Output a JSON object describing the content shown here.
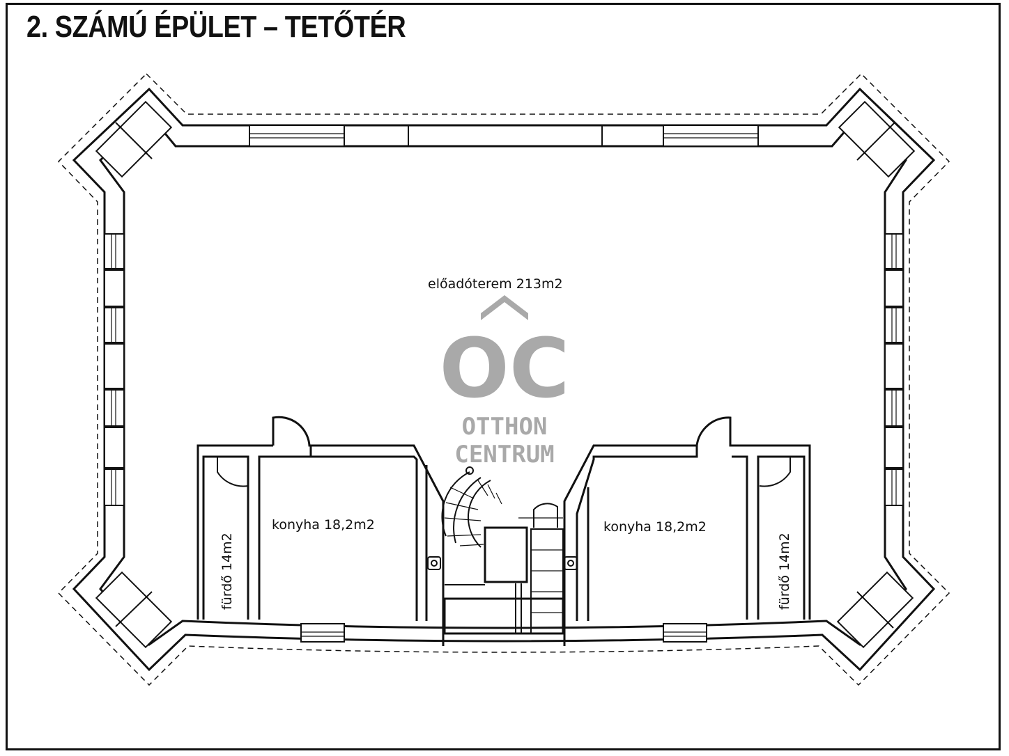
{
  "title": "2. SZÁMÚ ÉPÜLET – TETŐTÉR",
  "rooms": {
    "hall": "előadóterem 213m2",
    "kitchen_left": "konyha 18,2m2",
    "kitchen_right": "konyha 18,2m2",
    "bath_left": "fürdő 14m2",
    "bath_right": "fürdő 14m2"
  },
  "watermark": {
    "letters": "OC",
    "line1": "OTTHON",
    "line2": "CENTRUM",
    "color": "#a9a9a9"
  }
}
